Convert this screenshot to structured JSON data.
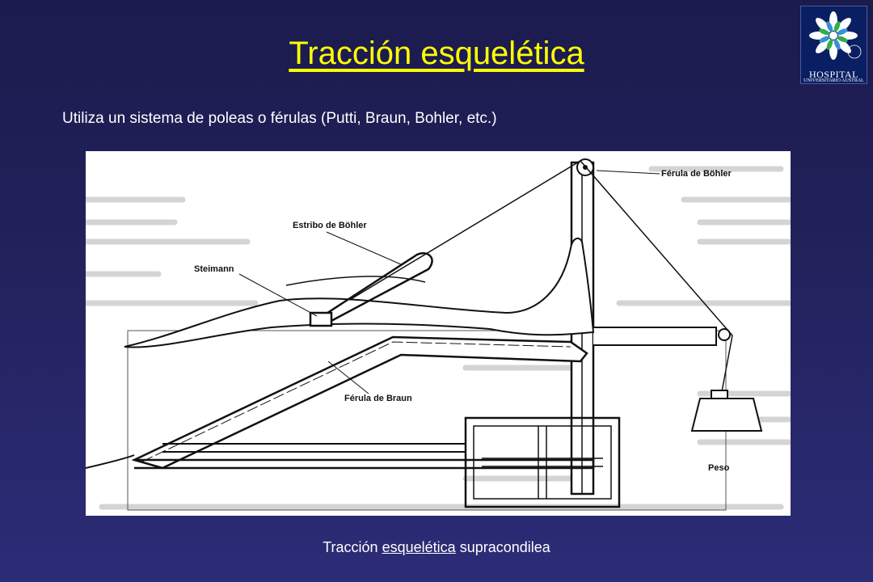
{
  "slide": {
    "title": "Tracción esquelética",
    "subtitle": "Utiliza un sistema de poleas o férulas (Putti, Braun, Bohler, etc.)"
  },
  "logo": {
    "name": "HOSPITAL",
    "sub": "UNIVERSITARIO AUSTRAL",
    "icon": "flower-logo-icon"
  },
  "figure": {
    "labels": {
      "ferula_bohler": "Férula de Böhler",
      "estribo_bohler": "Estribo de Böhler",
      "steimann": "Steimann",
      "ferula_braun": "Férula de Braun",
      "peso": "Peso"
    }
  },
  "caption": {
    "part1": "Tracción",
    "part2": "esquelética",
    "part3": "supracondilea"
  }
}
